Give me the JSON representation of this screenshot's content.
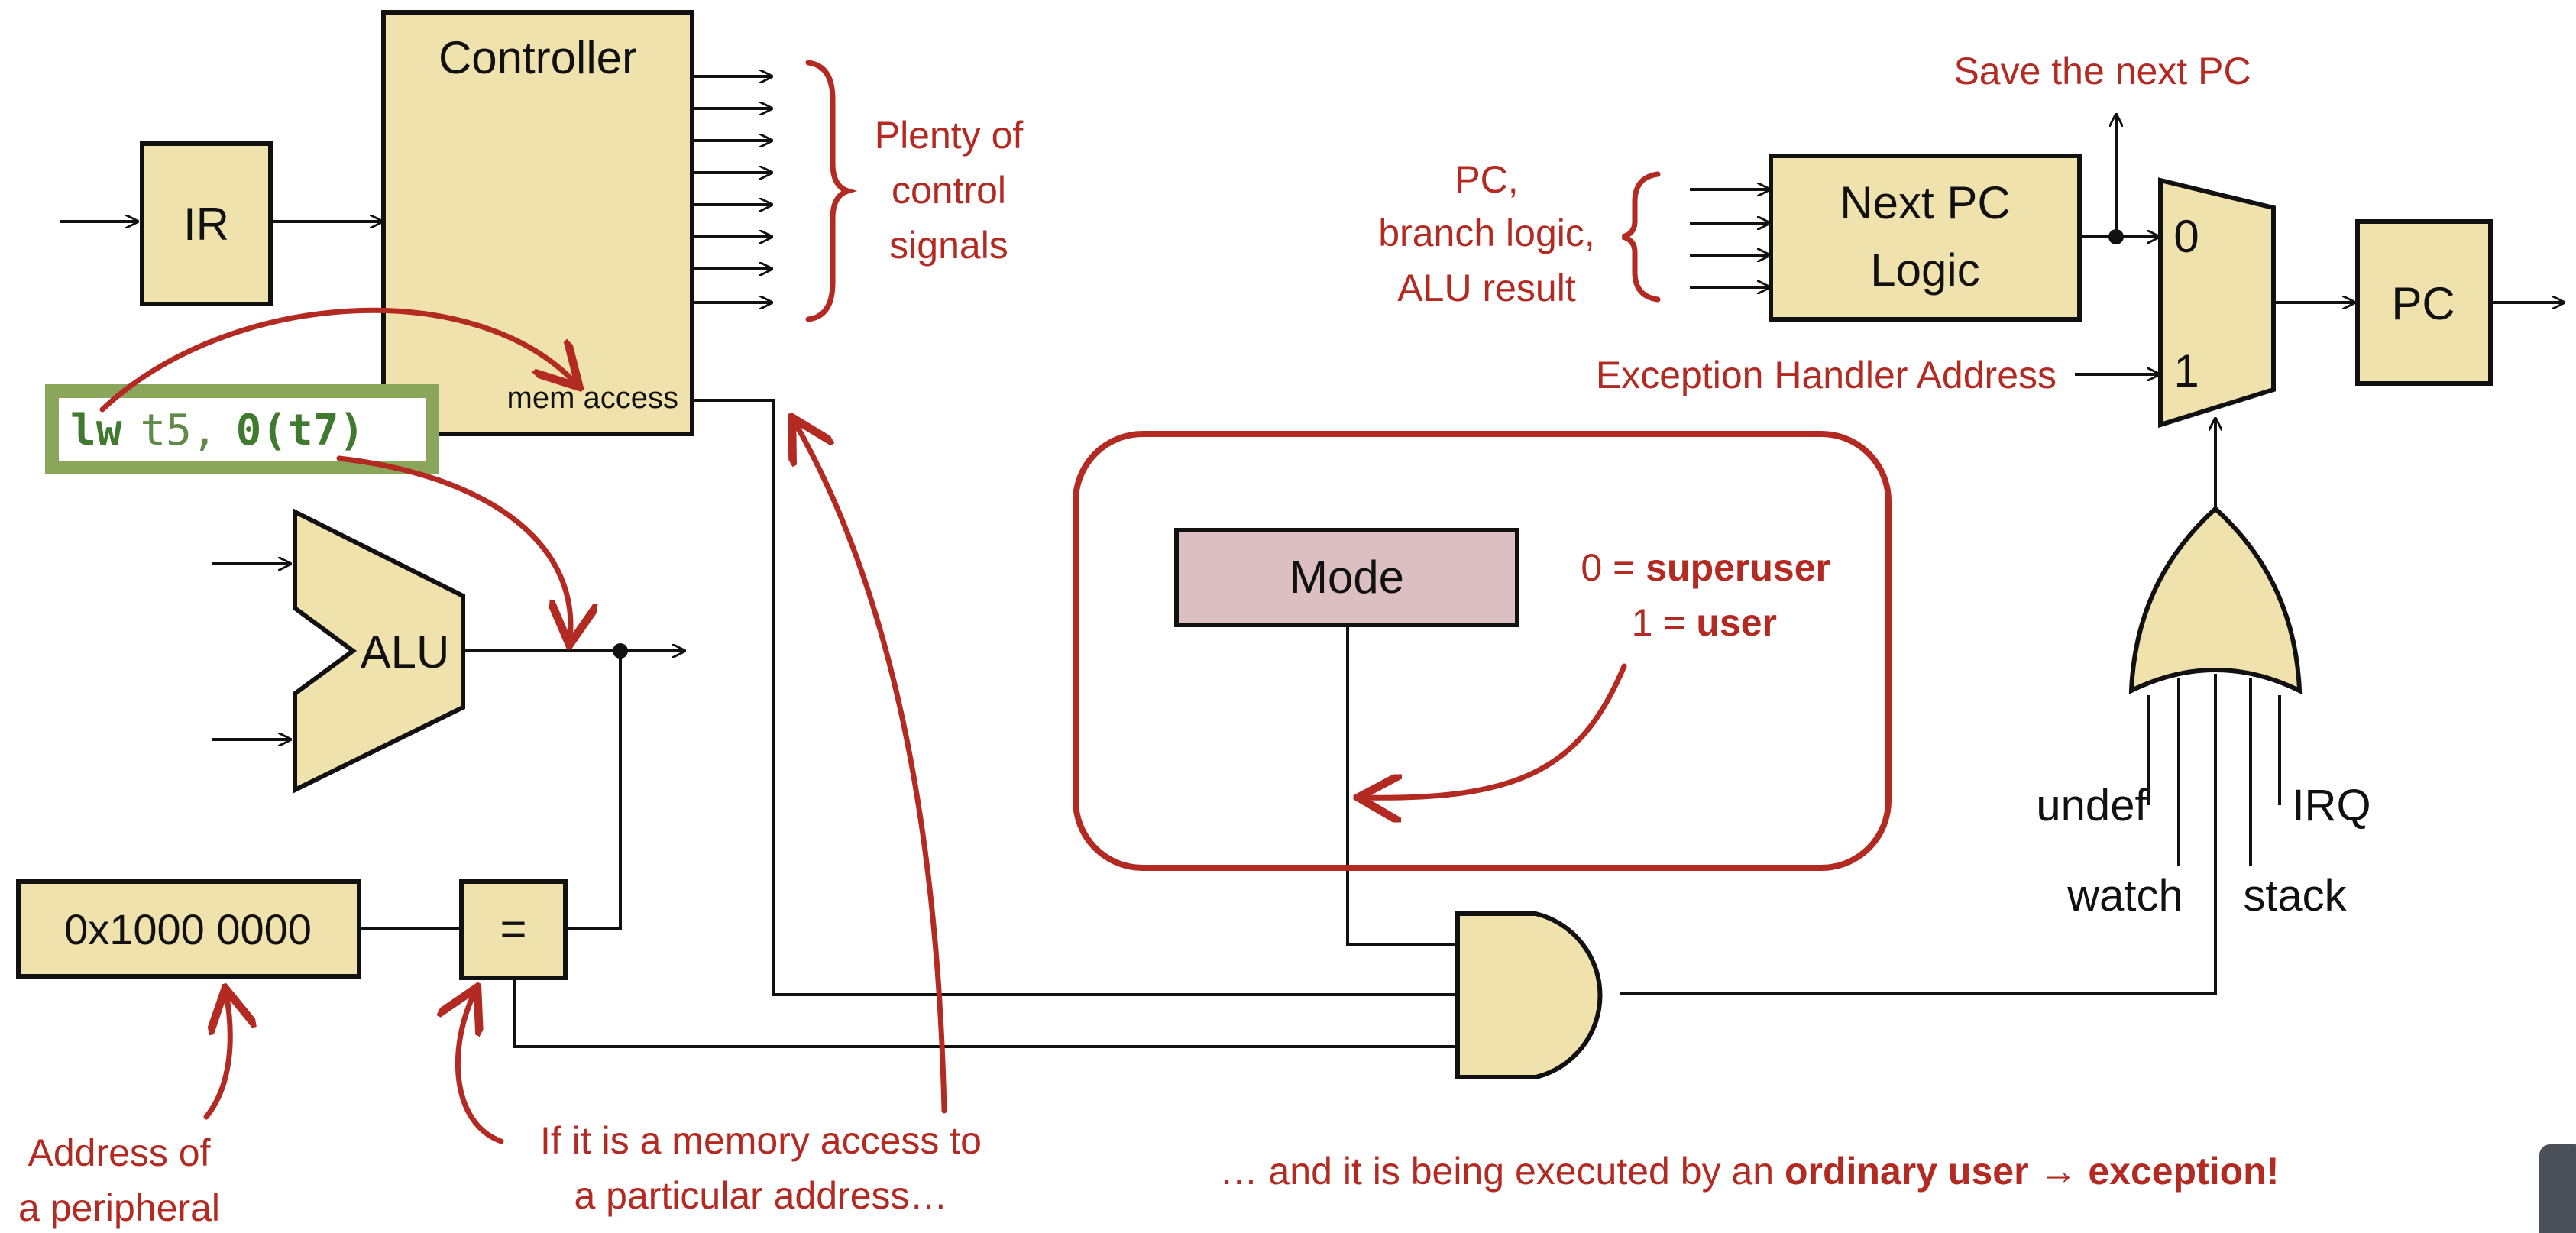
{
  "blocks": {
    "controller": "Controller",
    "ir": "IR",
    "mem_access": "mem access",
    "alu": "ALU",
    "address_const": "0x1000 0000",
    "equals": "=",
    "next_pc_line1": "Next PC",
    "next_pc_line2": "Logic",
    "pc": "PC",
    "mode": "Mode",
    "mux_in0": "0",
    "mux_in1": "1"
  },
  "instruction": {
    "op": "lw",
    "rd": "t5,",
    "offset_open": "0(",
    "base": "t7",
    "close": ")"
  },
  "annotations": {
    "control_signals": [
      "Plenty of",
      "control",
      "signals"
    ],
    "next_pc_inputs": [
      "PC,",
      "branch logic,",
      "ALU result"
    ],
    "save_next_pc": "Save the next PC",
    "exception_handler": "Exception Handler Address",
    "mode_values": {
      "zero_prefix": "0 = ",
      "zero_value": "superuser",
      "one_prefix": "1 = ",
      "one_value": "user"
    },
    "address_of_peripheral": [
      "Address of",
      "a peripheral"
    ],
    "memory_access": [
      "If it is a memory access to",
      "a particular address…"
    ],
    "executed_by": {
      "prefix": "… and it is being executed by an ",
      "bold1": "ordinary user",
      "arrow": " → ",
      "bold2": "exception!"
    }
  },
  "exception_sources": [
    "undef",
    "watch",
    "stack",
    "IRQ"
  ],
  "colors": {
    "block_fill": "#efe2ac",
    "mode_fill": "#dbbfc3",
    "annotation_red": "#b22a22",
    "instruction_green": "#3f7a2e",
    "instruction_box": "#8aa65b"
  }
}
